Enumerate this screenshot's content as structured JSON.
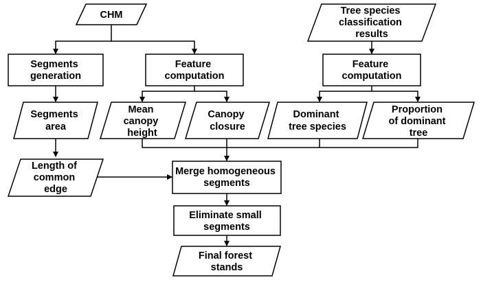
{
  "colors": {
    "stroke": "#000000",
    "fill": "#ffffff",
    "text": "#000000"
  },
  "nodes": {
    "chm": {
      "shape": "parallelogram",
      "lines": [
        "CHM"
      ]
    },
    "tree_species_results": {
      "shape": "parallelogram",
      "lines": [
        "Tree species",
        "classification",
        "results"
      ]
    },
    "segments_generation": {
      "shape": "process",
      "lines": [
        "Segments",
        "generation"
      ]
    },
    "feature_computation_1": {
      "shape": "process",
      "lines": [
        "Feature",
        "computation"
      ]
    },
    "feature_computation_2": {
      "shape": "process",
      "lines": [
        "Feature",
        "computation"
      ]
    },
    "segments_area": {
      "shape": "parallelogram",
      "lines": [
        "Segments",
        "area"
      ]
    },
    "mean_canopy_height": {
      "shape": "parallelogram",
      "lines": [
        "Mean",
        "canopy",
        "height"
      ]
    },
    "canopy_closure": {
      "shape": "parallelogram",
      "lines": [
        "Canopy",
        "closure"
      ]
    },
    "dominant_tree_species": {
      "shape": "parallelogram",
      "lines": [
        "Dominant",
        "tree species"
      ]
    },
    "proportion_dominant_tree": {
      "shape": "parallelogram",
      "lines": [
        "Proportion",
        "of dominant",
        "tree"
      ]
    },
    "length_common_edge": {
      "shape": "parallelogram",
      "lines": [
        "Length of",
        "common",
        "edge"
      ]
    },
    "merge_homogeneous": {
      "shape": "process",
      "lines": [
        "Merge homogeneous",
        "segments"
      ]
    },
    "eliminate_small": {
      "shape": "process",
      "lines": [
        "Eliminate small",
        "segments"
      ]
    },
    "final_forest_stands": {
      "shape": "parallelogram",
      "lines": [
        "Final forest",
        "stands"
      ]
    }
  },
  "edges": [
    {
      "from": "chm",
      "to": "segments_generation"
    },
    {
      "from": "chm",
      "to": "feature_computation_1"
    },
    {
      "from": "tree_species_results",
      "to": "feature_computation_2"
    },
    {
      "from": "segments_generation",
      "to": "segments_area"
    },
    {
      "from": "feature_computation_1",
      "to": "mean_canopy_height"
    },
    {
      "from": "feature_computation_1",
      "to": "canopy_closure"
    },
    {
      "from": "feature_computation_2",
      "to": "dominant_tree_species"
    },
    {
      "from": "feature_computation_2",
      "to": "proportion_dominant_tree"
    },
    {
      "from": "segments_area",
      "to": "length_common_edge"
    },
    {
      "from": "length_common_edge",
      "to": "merge_homogeneous"
    },
    {
      "from": "mean_canopy_height",
      "to": "merge_homogeneous"
    },
    {
      "from": "canopy_closure",
      "to": "merge_homogeneous"
    },
    {
      "from": "dominant_tree_species",
      "to": "merge_homogeneous"
    },
    {
      "from": "proportion_dominant_tree",
      "to": "merge_homogeneous"
    },
    {
      "from": "merge_homogeneous",
      "to": "eliminate_small"
    },
    {
      "from": "eliminate_small",
      "to": "final_forest_stands"
    }
  ]
}
